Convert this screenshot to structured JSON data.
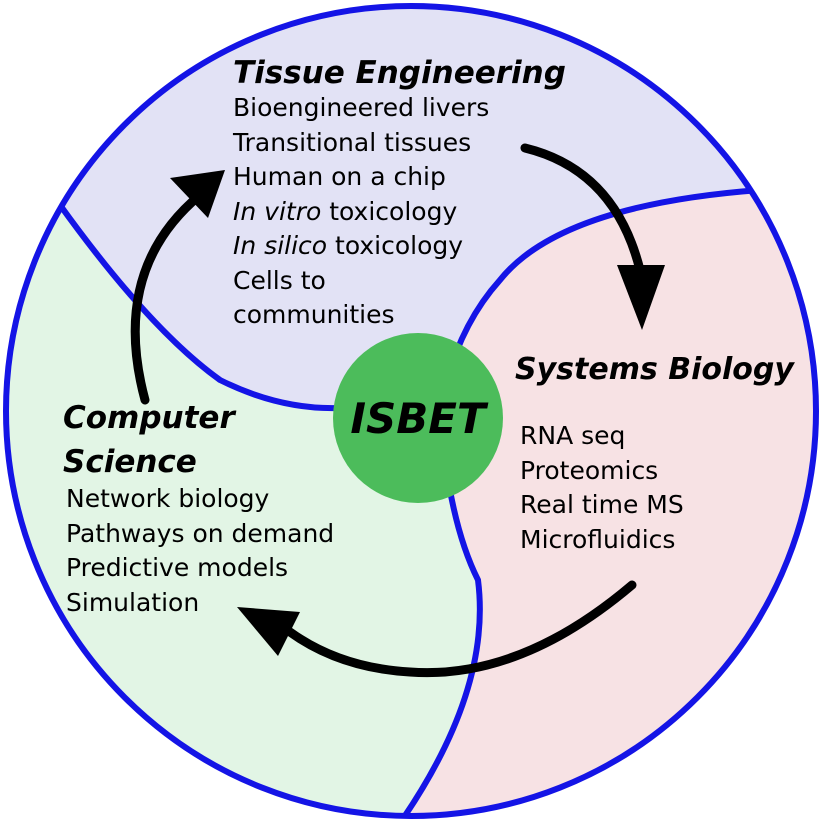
{
  "colors": {
    "ring": "#1414e6",
    "tissue_fill": "#e2e2f5",
    "systems_fill": "#f7e2e4",
    "computer_fill": "#e2f5e5",
    "center_fill": "#4cbc5b",
    "arrow": "#000000"
  },
  "center": {
    "label": "ISBET"
  },
  "sections": {
    "tissue_engineering": {
      "title": "Tissue Engineering",
      "items": [
        {
          "emph": "",
          "rest": "Bioengineered livers"
        },
        {
          "emph": "",
          "rest": "Transitional tissues"
        },
        {
          "emph": "",
          "rest": "Human on a chip"
        },
        {
          "emph": "In vitro",
          "rest": " toxicology"
        },
        {
          "emph": "In silico",
          "rest": " toxicology"
        },
        {
          "emph": "",
          "rest": "Cells to"
        },
        {
          "emph": "",
          "rest": "communities"
        }
      ]
    },
    "systems_biology": {
      "title": "Systems Biology",
      "items": [
        "RNA seq",
        "Proteomics",
        "Real time MS",
        "Microfluidics"
      ]
    },
    "computer_science": {
      "title_line1": "Computer",
      "title_line2": "Science",
      "items": [
        "Network biology",
        "Pathways on demand",
        "Predictive models",
        "Simulation"
      ]
    }
  },
  "arrows": [
    {
      "from": "computer_science",
      "to": "tissue_engineering"
    },
    {
      "from": "tissue_engineering",
      "to": "systems_biology"
    },
    {
      "from": "systems_biology",
      "to": "computer_science"
    }
  ]
}
